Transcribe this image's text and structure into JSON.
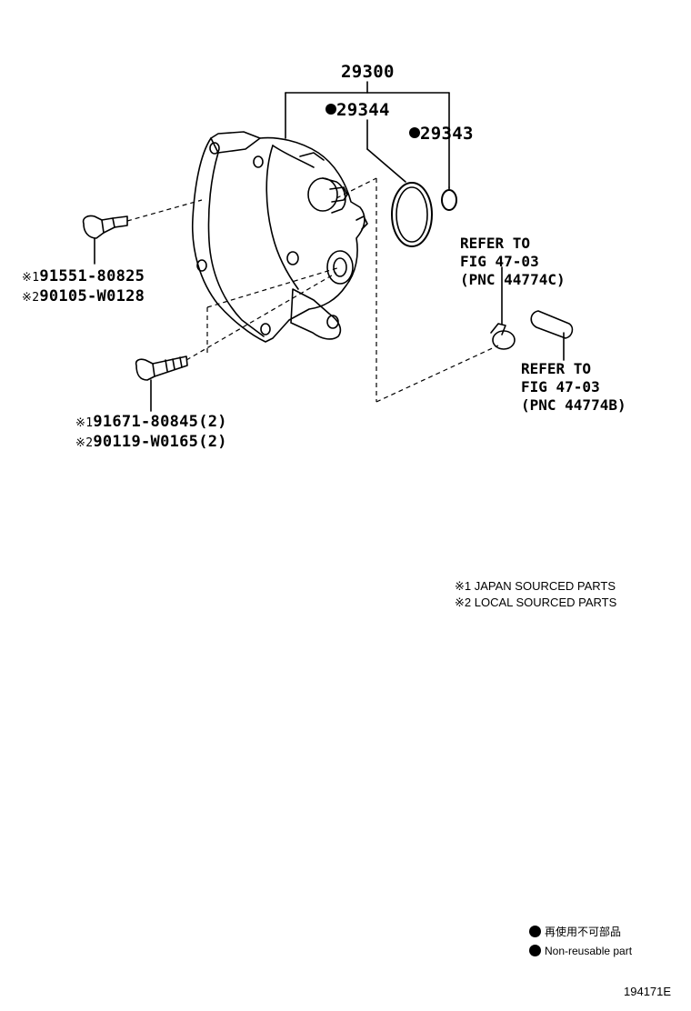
{
  "main_part": "29300",
  "parts": {
    "p29344": "29344",
    "p29343": "29343",
    "bolt_top_1": "91551-80825",
    "bolt_top_2": "90105-W0128",
    "bolt_bottom_1": "91671-80845(2)",
    "bolt_bottom_2": "90119-W0165(2)"
  },
  "markers": {
    "m1": "※1",
    "m2": "※2"
  },
  "refs": {
    "upper": "REFER TO\nFIG 47-03\n(PNC 44774C)",
    "lower": "REFER TO\nFIG 47-03\n(PNC 44774B)"
  },
  "notes": {
    "n1": "※1 JAPAN SOURCED PARTS",
    "n2": "※2 LOCAL SOURCED PARTS"
  },
  "legend": {
    "jp": "再使用不可部品",
    "en": "Non-reusable part"
  },
  "figure_id": "194171E"
}
